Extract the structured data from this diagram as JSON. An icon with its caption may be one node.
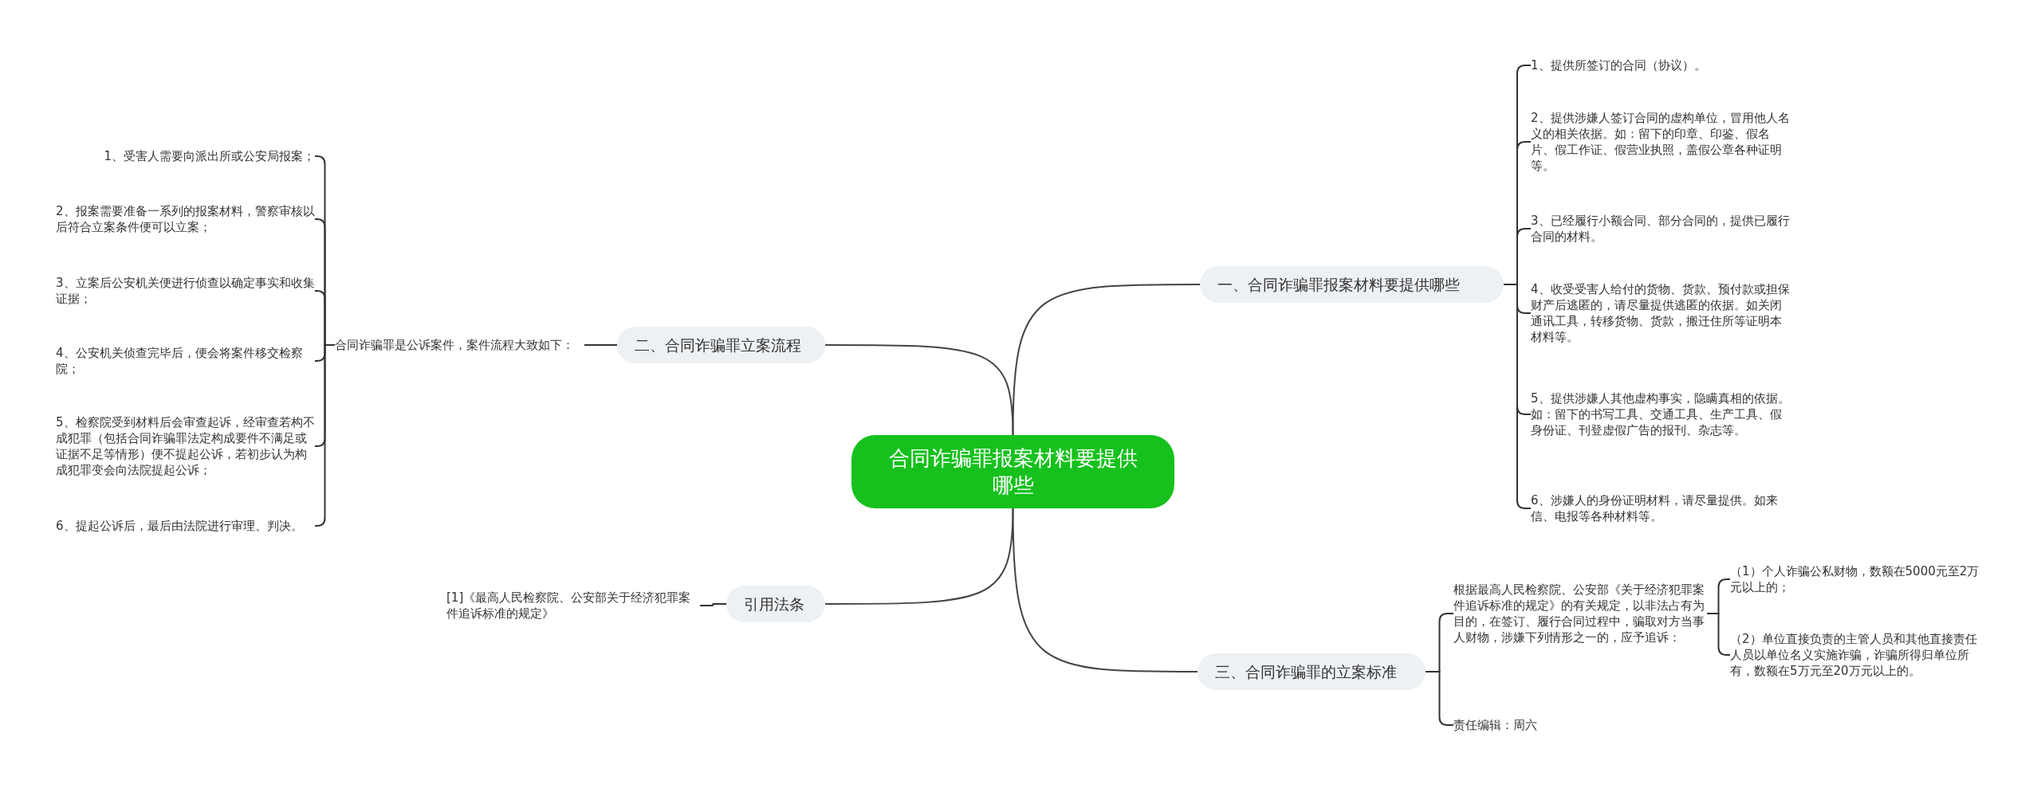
{
  "diagram": {
    "nodes": [
      {
        "text": [
          "合同诈骗罪报案材料要提供哪些"
        ]
      },
      {
        "text": [
          "一、合同诈骗罪报案材料要提供哪些"
        ]
      },
      {
        "text": [
          "1、提供所签订的合同（协议）。"
        ]
      },
      {
        "text": [
          "2、提供涉嫌人签订合同的虚构单位，冒用他人名义的相关依据。如：留下的印章、印鉴、假名片、假工作证、假营业执照，盖假公章各种证明等。"
        ]
      },
      {
        "text": [
          "3、已经履行小额合同、部分合同的，提供已履行合同的材料。"
        ]
      },
      {
        "text": [
          "4、收受受害人给付的货物、货款、预付款或担保财产后逃匿的，请尽量提供逃匿的依据。如关闭通讯工具，转移货物、货款，搬迁住所等证明本材料等。"
        ]
      },
      {
        "text": [
          "5、提供涉嫌人其他虚构事实，隐瞒真相的依据。如：留下的书写工具、交通工具、生产工具、假身份证、刊登虚假广告的报刊、杂志等。"
        ]
      },
      {
        "text": [
          "6、涉嫌人的身份证明材料，请尽量提供。如来信、电报等各种材料等。"
        ]
      },
      {
        "text": [
          "二、合同诈骗罪立案流程"
        ]
      },
      {
        "text": [
          "合同诈骗罪是公诉案件，案件流程大致如下："
        ]
      },
      {
        "text": [
          "1、受害人需要向派出所或公安局报案；"
        ]
      },
      {
        "text": [
          "2、报案需要准备一系列的报案材料，警察审核以后符合立案条件便可以立案；"
        ]
      },
      {
        "text": [
          "3、立案后公安机关便进行侦查以确定事实和收集证据；"
        ]
      },
      {
        "text": [
          "4、公安机关侦查完毕后，便会将案件移交检察院；"
        ]
      },
      {
        "text": [
          "5、检察院受到材料后会审查起诉，经审查若构不成犯罪（包括合同诈骗罪法定构成要件不满足或证据不足等情形）便不提起公诉，若初步认为构成犯罪变会向法院提起公诉；"
        ]
      },
      {
        "text": [
          "6、提起公诉后，最后由法院进行审理、判决。"
        ]
      },
      {
        "text": [
          "引用法条"
        ]
      },
      {
        "text": [
          "[1]《最高人民检察院、公安部关于经济犯罪案件追诉标准的规定》"
        ]
      },
      {
        "text": [
          "三、合同诈骗罪的立案标准"
        ]
      },
      {
        "text": [
          "根据最高人民检察院、公安部《关于经济犯罪案件追诉标准的规定》的有关规定，以非法占有为目的，在签订、履行合同过程中，骗取对方当事人财物，涉嫌下列情形之一的，应予追诉："
        ]
      },
      {
        "text": [
          "（1）个人诈骗公私财物，数额在5000元至2万元以上的；"
        ]
      },
      {
        "text": [
          "（2）单位直接负责的主管人员和其他直接责任人员以单位名义实施诈骗，诈骗所得归单位所有，数额在5万元至20万元以上的。"
        ]
      },
      {
        "text": [
          "责任编辑：周六"
        ]
      }
    ],
    "edges": [
      {
        "from": 0,
        "to": 1,
        "arrow": "none"
      },
      {
        "from": 1,
        "to": 2,
        "arrow": "none"
      },
      {
        "from": 1,
        "to": 3,
        "arrow": "none"
      },
      {
        "from": 1,
        "to": 4,
        "arrow": "none"
      },
      {
        "from": 1,
        "to": 5,
        "arrow": "none"
      },
      {
        "from": 1,
        "to": 6,
        "arrow": "none"
      },
      {
        "from": 1,
        "to": 7,
        "arrow": "none"
      },
      {
        "from": 0,
        "to": 8,
        "arrow": "none"
      },
      {
        "from": 8,
        "to": 9,
        "arrow": "none"
      },
      {
        "from": 9,
        "to": 10,
        "arrow": "none"
      },
      {
        "from": 9,
        "to": 11,
        "arrow": "none"
      },
      {
        "from": 9,
        "to": 12,
        "arrow": "none"
      },
      {
        "from": 9,
        "to": 13,
        "arrow": "none"
      },
      {
        "from": 9,
        "to": 14,
        "arrow": "none"
      },
      {
        "from": 9,
        "to": 15,
        "arrow": "none"
      },
      {
        "from": 0,
        "to": 16,
        "arrow": "none"
      },
      {
        "from": 16,
        "to": 17,
        "arrow": "none"
      },
      {
        "from": 0,
        "to": 18,
        "arrow": "none"
      },
      {
        "from": 18,
        "to": 19,
        "arrow": "none"
      },
      {
        "from": 18,
        "to": 22,
        "arrow": "none"
      },
      {
        "from": 19,
        "to": 20,
        "arrow": "none"
      },
      {
        "from": 19,
        "to": 21,
        "arrow": "none"
      }
    ]
  }
}
